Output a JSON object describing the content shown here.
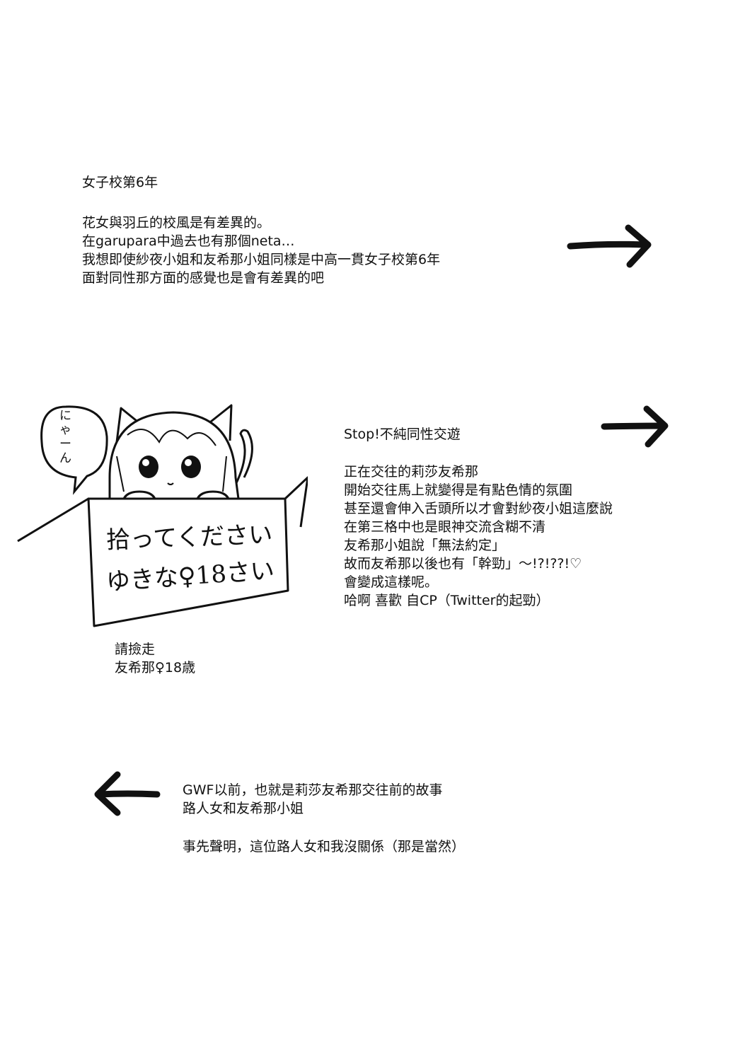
{
  "section1": {
    "heading": "女子校第6年",
    "lines": [
      "花女與羽丘的校風是有差異的。",
      "在garupara中過去也有那個neta…",
      "我想即使紗夜小姐和友希那小姐同樣是中高一貫女子校第6年",
      "面對同性那方面的感覺也是會有差異的吧"
    ]
  },
  "section2": {
    "heading": "Stop!不純同性交遊",
    "lines": [
      "正在交往的莉莎友希那",
      "開始交往馬上就變得是有點色情的氛圍",
      "甚至還會伸入舌頭所以才會對紗夜小姐這麼說",
      "在第三格中也是眼神交流含糊不清",
      "友希那小姐說「無法約定」",
      "故而友希那以後也有「幹勁」〜!?!??!♡",
      "會變成這樣呢。",
      "哈啊 喜歡 自CP（Twitter的起勁）"
    ]
  },
  "illustration": {
    "speech": "にゃーん",
    "sign_line1": "拾ってください",
    "sign_line2": "ゆきな♀18さい",
    "caption_lines": [
      "請撿走",
      "友希那♀18歳"
    ]
  },
  "section3": {
    "lines": [
      "GWF以前，也就是莉莎友希那交往前的故事",
      "路人女和友希那小姐"
    ],
    "note": "事先聲明，這位路人女和我沒關係（那是當然）"
  },
  "arrows": {
    "arrow1": "right-arrow-icon",
    "arrow2": "right-arrow-icon",
    "arrow3": "left-arrow-icon"
  }
}
